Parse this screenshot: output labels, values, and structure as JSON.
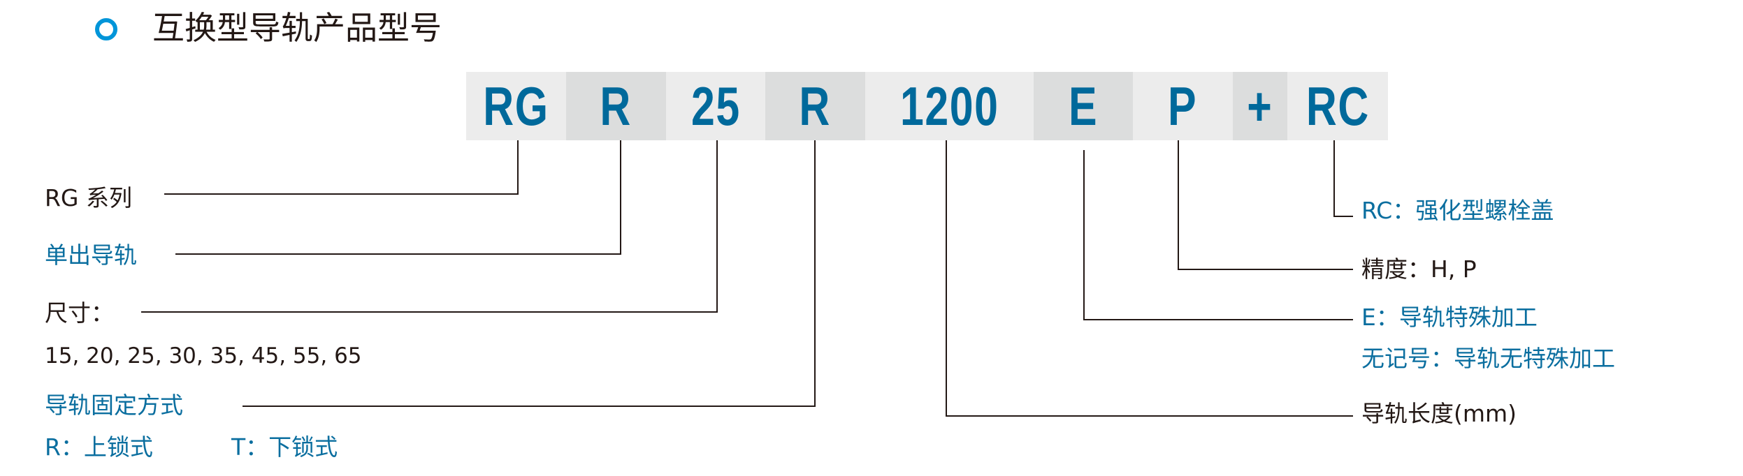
{
  "title": "互换型导轨产品型号",
  "code_segments": [
    {
      "text": "RG"
    },
    {
      "text": "R"
    },
    {
      "text": "25"
    },
    {
      "text": "R"
    },
    {
      "text": "1200"
    },
    {
      "text": "E"
    },
    {
      "text": "P"
    },
    {
      "text": "+"
    },
    {
      "text": "RC"
    }
  ],
  "left_labels": {
    "series": "RG 系列",
    "single_rail": "单出导轨",
    "size_label": "尺寸：",
    "size_values": "15, 20, 25, 30, 35, 45, 55, 65",
    "fixing_label": "导轨固定方式",
    "fixing_r": "R：上锁式",
    "fixing_t": "T：下锁式"
  },
  "right_labels": {
    "rc": "RC：强化型螺栓盖",
    "accuracy": "精度：H, P",
    "e_special": "E：导轨特殊加工",
    "no_mark": "无记号：导轨无特殊加工",
    "length": "导轨长度(mm)"
  },
  "colors": {
    "accent": "#0095d9",
    "code_text": "#00699b",
    "blue_text": "#0a6e9f",
    "dark_text": "#231815",
    "box_light": "#ececec",
    "box_dark": "#dcdddd"
  }
}
